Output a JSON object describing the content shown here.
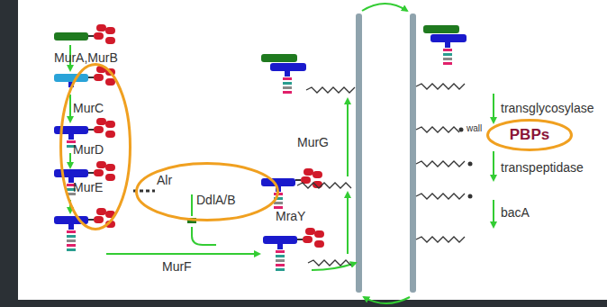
{
  "diagram": {
    "nodes": [
      {
        "text": [
          "MurC",
          "MurD",
          "MurE"
        ]
      },
      {
        "text": [
          "Alr",
          "DdlA/B"
        ]
      },
      {
        "text": [
          "PBPs"
        ]
      }
    ],
    "labels": [
      "MurA,MurB",
      "MurF",
      "MraY",
      "MurG",
      "transglycosylase",
      "wall",
      "transpeptidase",
      "bacA"
    ]
  }
}
